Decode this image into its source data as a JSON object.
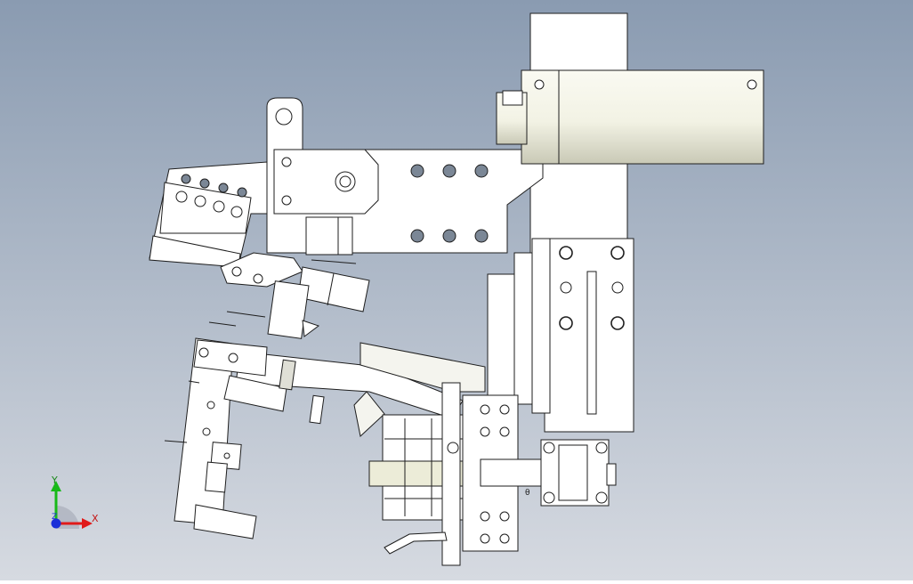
{
  "viewport": {
    "background_top": "#8a9bb1",
    "background_bottom": "#d6dae1",
    "part_fill": "#ffffff",
    "part_stroke": "#1e1e1e",
    "cylinder_fill": "#f3f3e6",
    "shaded_fill": "#e8e8d6"
  },
  "triad": {
    "x_label": "X",
    "y_label": "Y",
    "z_label": "Z",
    "x_color": "#e01a1a",
    "y_color": "#18b918",
    "z_color": "#1a2fd8"
  },
  "part_labels": {
    "small_marker": "θ"
  }
}
